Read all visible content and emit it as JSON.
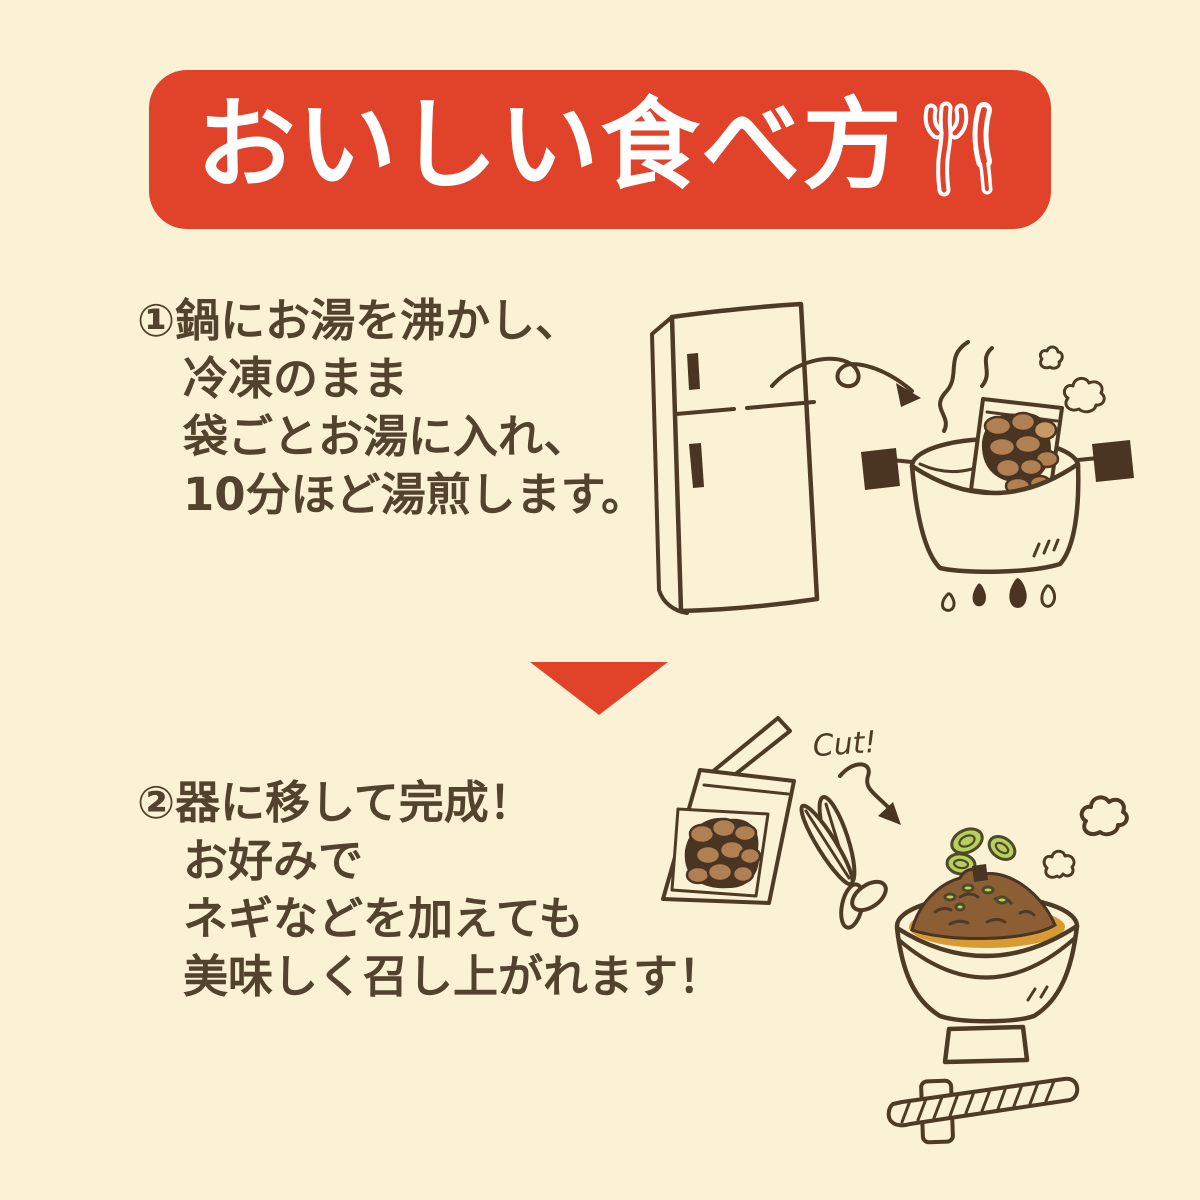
{
  "page": {
    "background_color": "#FBF2D6",
    "accent_color": "#E0432A",
    "text_color": "#53422D",
    "line_color": "#4E3B26"
  },
  "header": {
    "title": "おいしい食べ方",
    "icon": "fork-and-knife"
  },
  "steps": [
    {
      "lines": [
        "①鍋にお湯を沸かし、",
        "冷凍のまま",
        "袋ごとお湯に入れ、",
        "10分ほど湯煎します。"
      ],
      "illustration": "frozen-pouch-from-fridge-into-boiling-pot"
    },
    {
      "lines": [
        "②器に移して完成！",
        "お好みで",
        "ネギなどを加えても",
        "美味しく召し上がれます！"
      ],
      "annotation": "Cut!",
      "illustration": "cut-pouch-serve-in-bowl-with-green-onion"
    }
  ],
  "divider": {
    "shape": "downward-triangle",
    "color": "#E0432A"
  }
}
